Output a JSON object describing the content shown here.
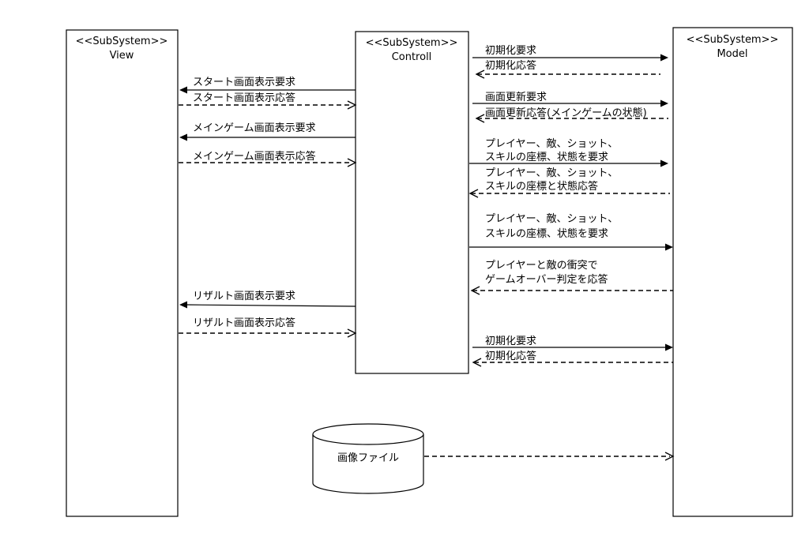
{
  "subsystems": {
    "view": {
      "stereotype": "<<SubSystem>>",
      "name": "View"
    },
    "controll": {
      "stereotype": "<<SubSystem>>",
      "name": "Controll"
    },
    "model": {
      "stereotype": "<<SubSystem>>",
      "name": "Model"
    }
  },
  "datastore": {
    "label": "画像ファイル"
  },
  "messages": {
    "init_request_1": "初期化要求",
    "init_response_1": "初期化応答",
    "screen_update_request": "画面更新要求",
    "screen_update_response": "画面更新応答(メインゲームの状態)",
    "state_request_1_line1": "プレイヤー、敵、ショット、",
    "state_request_1_line2": "スキルの座標、状態を要求",
    "state_response_line1": "プレイヤー、敵、ショット、",
    "state_response_line2": "スキルの座標と状態応答",
    "state_request_2_line1": "プレイヤー、敵、ショット、",
    "state_request_2_line2": "スキルの座標、状態を要求",
    "collision_response_line1": "プレイヤーと敵の衝突で",
    "collision_response_line2": "ゲームオーバー判定を応答",
    "init_request_2": "初期化要求",
    "init_response_2": "初期化応答",
    "start_display_request": "スタート画面表示要求",
    "start_display_response": "スタート画面表示応答",
    "main_display_request": "メインゲーム画面表示要求",
    "main_display_response": "メインゲーム画面表示応答",
    "result_display_request": "リザルト画面表示要求",
    "result_display_response": "リザルト画面表示応答"
  }
}
